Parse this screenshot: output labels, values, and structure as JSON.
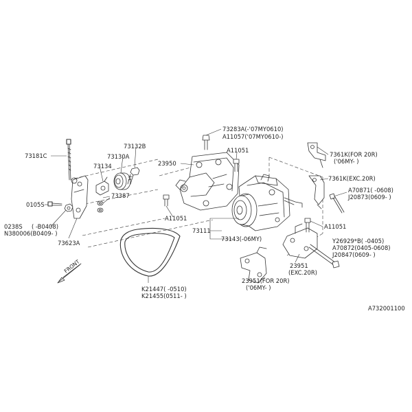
{
  "labels": {
    "p73181C": "73181C",
    "p73132B": "73132B",
    "p73130A": "73130A",
    "p73134": "73134",
    "p73387": "73387",
    "p0105S": "0105S",
    "p0238S": "0238S",
    "p0238S_note": "( -B0408)",
    "pN380006": "N380006(B0409- )",
    "p73623A": "73623A",
    "p73283A": "73283A(-'07MY0610)",
    "pA11057": "A11057('07MY0610-)",
    "pA11051_top": "A11051",
    "p23950": "23950",
    "pA11051_mid": "A11051",
    "p73111": "73111",
    "p73143": "73143(-06MY)",
    "p7361K_1": "7361K(FOR 20R)",
    "p7361K_1b": "('06MY- )",
    "p7361K_2": "7361K(EXC.20R)",
    "pA70871": "A70871( -0608)",
    "pJ20873": "J20873(0609- )",
    "pA11051_right": "A11051",
    "pY26929": "Y26929*B( -0405)",
    "pA70872": "A70872(0405-0608)",
    "pJ20847": "J20847(0609- )",
    "p23951_exc": "23951",
    "p23951_exc_b": "(EXC.20R)",
    "p23951_for": "23951(FOR 20R)",
    "p23951_for_b": "('06MY- )",
    "pK21447": "K21447( -0510)",
    "pK21455": "K21455(0511- )",
    "front": "FRONT",
    "figure_code": "A732001100"
  }
}
